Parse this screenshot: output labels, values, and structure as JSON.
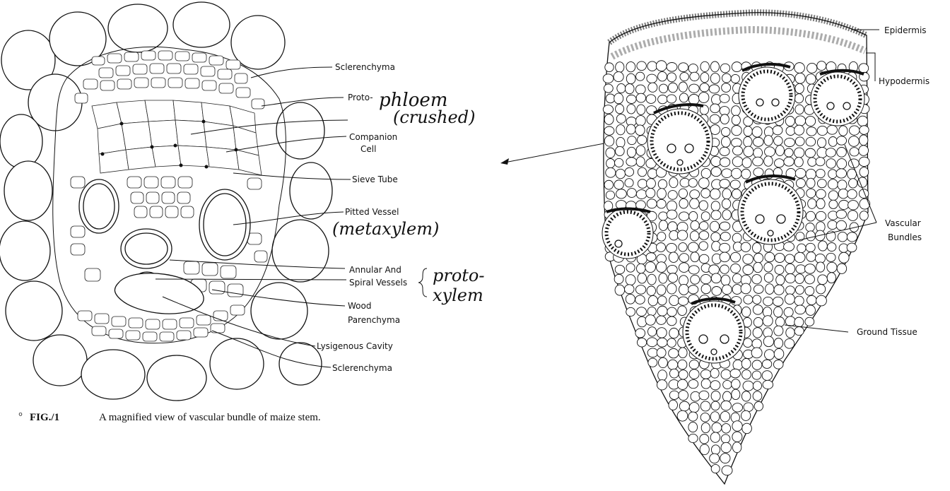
{
  "figure1": {
    "labels": {
      "sclerenchyma_top": "Sclerenchyma",
      "proto": "Proto-",
      "companion_1": "Companion",
      "companion_2": "Cell",
      "sieve_tube": "Sieve Tube",
      "pitted_vessel": "Pitted Vessel",
      "annular_1": "Annular And",
      "annular_2": "Spiral Vessels",
      "wood_1": "Wood",
      "wood_2": "Parenchyma",
      "lysigenous": "Lysigenous Cavity",
      "sclerenchyma_bottom": "Sclerenchyma"
    },
    "handwriting": {
      "phloem": "phloem",
      "crushed": "(crushed)",
      "metaxylem": "(metaxylem)",
      "proto_xylem_1": "proto-",
      "proto_xylem_2": "xylem"
    },
    "caption": {
      "number": "FIG./1",
      "text": "A magnified view of vascular bundle of maize stem."
    }
  },
  "figure2": {
    "labels": {
      "epidermis": "Epidermis",
      "hypodermis": "Hypodermis",
      "vascular_1": "Vascular",
      "vascular_2": "Bundles",
      "ground_tissue": "Ground Tissue"
    }
  }
}
